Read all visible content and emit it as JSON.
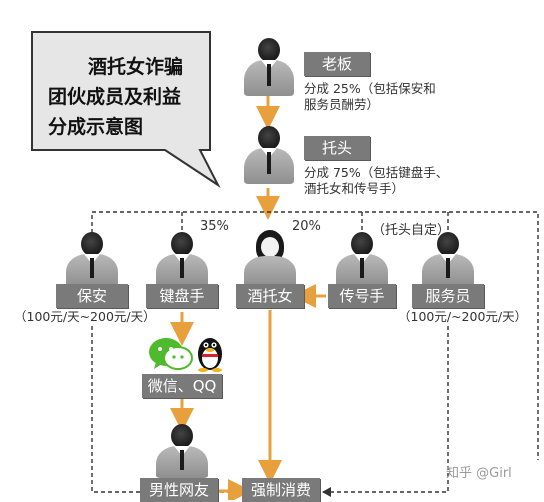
{
  "title_lines": [
    "酒托女诈骗",
    "团伙成员及利益",
    "分成示意图"
  ],
  "roles": {
    "boss": "老板",
    "tuotou": "托头",
    "security": "保安",
    "keyboard": "键盘手",
    "jiutuo": "酒托女",
    "caller": "传号手",
    "waiter": "服务员",
    "wechat_qq": "微信、QQ",
    "male_netfriend": "男性网友",
    "forced_spending": "强制消费"
  },
  "notes": {
    "boss_share_line1": "分成 25%（包括保安和",
    "boss_share_line2": "服务员酬劳）",
    "tuotou_share_line1": "分成 75%（包括键盘手、",
    "tuotou_share_line2": "酒托女和传号手）",
    "pct_keyboard": "35%",
    "pct_jiutuo": "20%",
    "tuotou_self_decide": "（托头自定）",
    "security_pay": "（100元/天~200元/天）",
    "waiter_pay": "（100元/~200元/天）"
  },
  "watermark": "知乎 @Girl",
  "colors": {
    "arrow": "#e7a03c",
    "label_bg": "#7a7a7a",
    "callout_bg": "#e6e6e6",
    "callout_border": "#333333"
  }
}
